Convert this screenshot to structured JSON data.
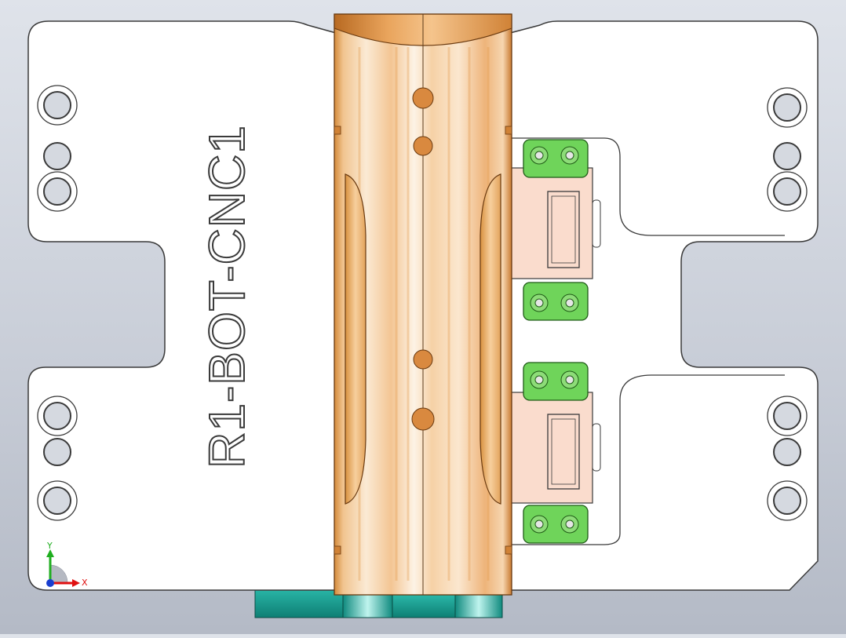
{
  "part_label": "R1-BOT-CNC1",
  "triad": {
    "x_label": "X",
    "y_label": "Y"
  },
  "colors": {
    "background_top": "#dfe3ea",
    "background_bottom": "#b4bac6",
    "plate_fill": "#ffffff",
    "plate_edge": "#3a3a3a",
    "cylinder": "#f4d9b4",
    "cylinder_dark": "#c9792a",
    "clamp_pad": "#fadccd",
    "screw_block": "#6fd45a",
    "base_rail": "#1a9a8e",
    "axis_x": "#e01010",
    "axis_y": "#1fae1f",
    "axis_z": "#1a3fd0"
  },
  "icons": [
    "coordinate-triad-icon"
  ]
}
